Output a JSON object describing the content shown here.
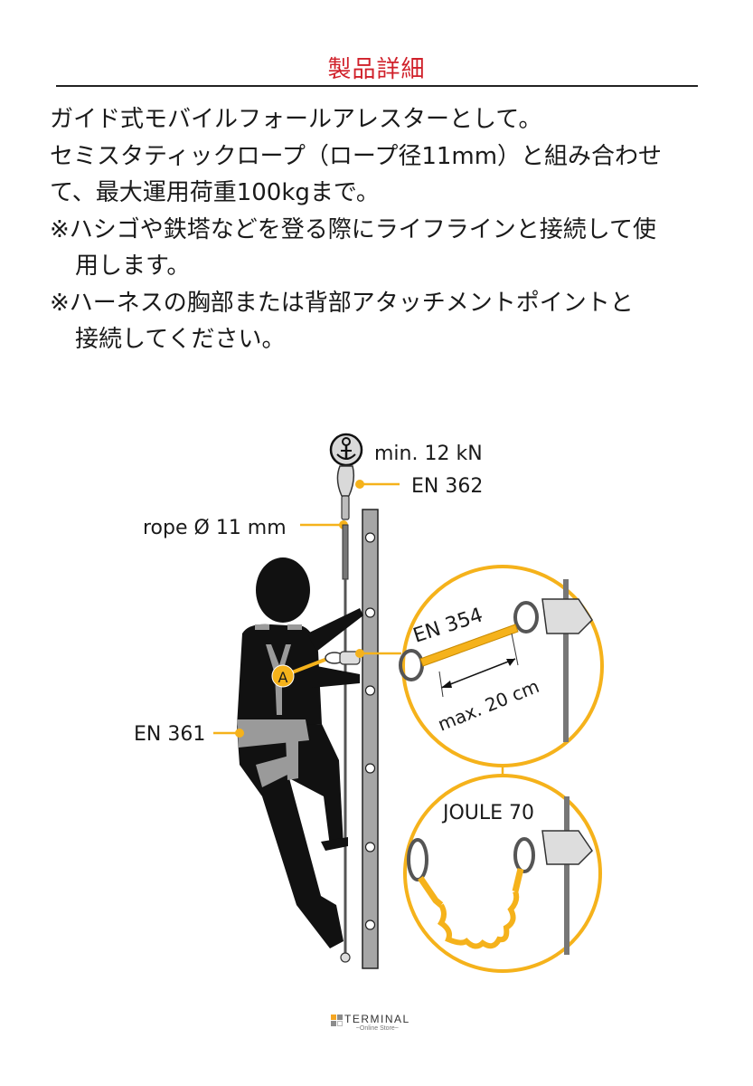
{
  "header": {
    "title": "製品詳細"
  },
  "description": {
    "lines": [
      "ガイド式モバイルフォールアレスターとして。",
      "セミスタティックロープ（ロープ径11mm）と組み合わせ",
      "て、最大運用荷重100kgまで。",
      "※ハシゴや鉄塔などを登る際にライフラインと接続して使",
      "用します。",
      "※ハーネスの胸部または背部アタッチメントポイントと",
      "接続してください。"
    ]
  },
  "diagram": {
    "labels": {
      "anchor_strength": "min. 12 kN",
      "connector_standard": "EN 362",
      "rope": "rope Ø 11 mm",
      "harness_standard": "EN 361",
      "lanyard_standard": "EN 354",
      "lanyard_length": "max. 20 cm",
      "energy_absorber": "JOULE 70",
      "attachment_point": "A"
    },
    "icons": {
      "anchor": "anchor-icon"
    },
    "colors": {
      "accent": "#f5b21b",
      "ladder": "#a6a6a6",
      "figure": "#111111",
      "harness": "#9a9a9a",
      "title_red": "#d0202a"
    }
  },
  "footer": {
    "brand": "TERMINAL",
    "tagline": "~Online Store~",
    "logo_colors": [
      "#f5a623",
      "#8c8c8c",
      "#8c8c8c",
      "#ffffff"
    ]
  }
}
